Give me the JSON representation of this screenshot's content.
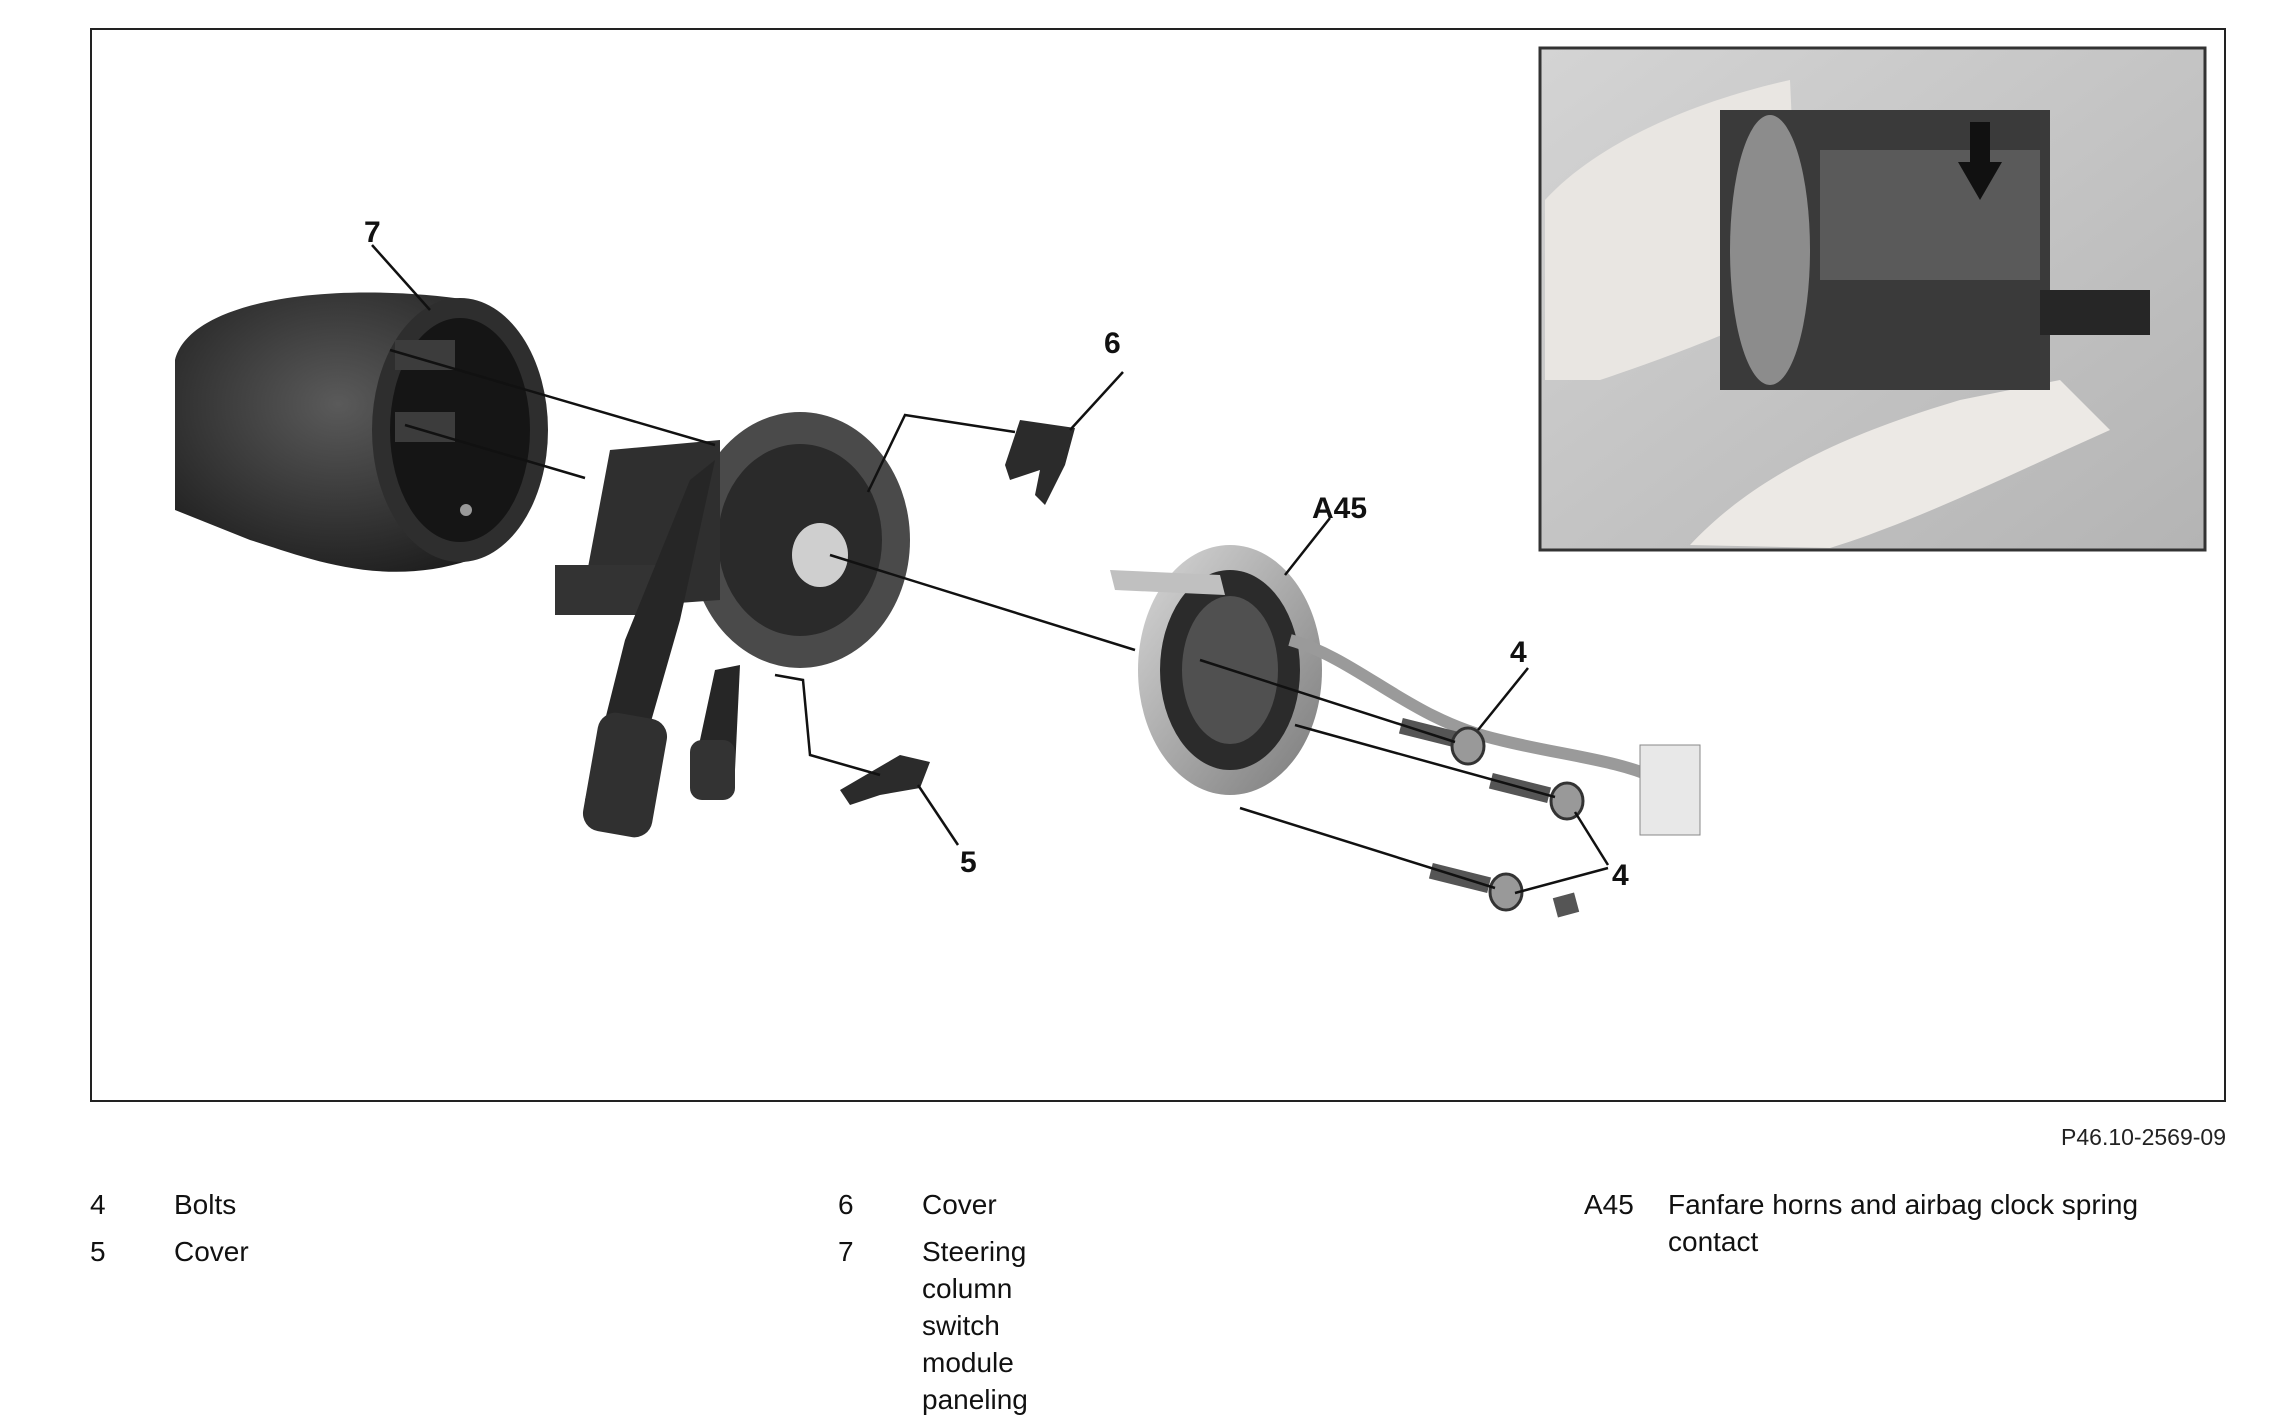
{
  "callouts": {
    "c7": "7",
    "c6": "6",
    "c5": "5",
    "a45": "A45",
    "c4_top": "4",
    "c4_right": "4"
  },
  "figure_code": "P46.10-2569-09",
  "legend": [
    {
      "key": "4",
      "desc": "Bolts"
    },
    {
      "key": "5",
      "desc": "Cover"
    },
    {
      "key": "6",
      "desc": "Cover"
    },
    {
      "key": "7",
      "desc": "Steering column switch module paneling"
    },
    {
      "key": "A45",
      "desc": "Fanfare horns and airbag clock spring contact"
    }
  ],
  "colors": {
    "frame": "#222222",
    "part_dark": "#2a2a2a",
    "inset_bg": "#c8c8c8"
  }
}
